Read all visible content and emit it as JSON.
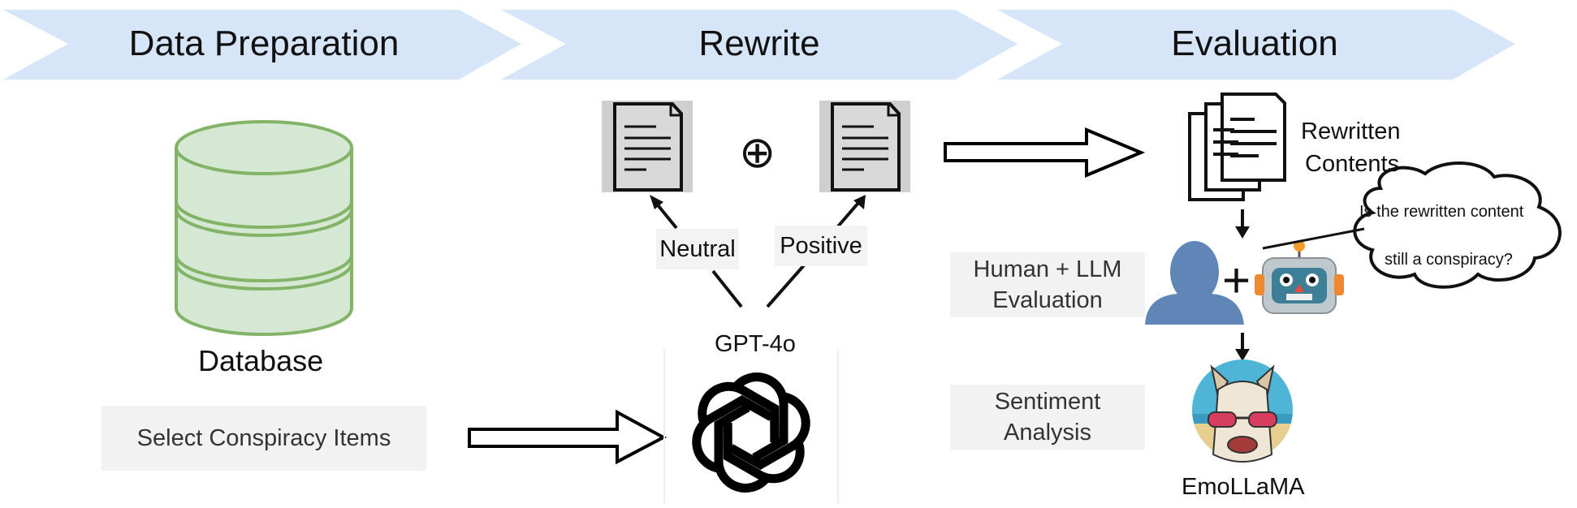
{
  "stages": [
    {
      "label": "Data Preparation"
    },
    {
      "label": "Rewrite"
    },
    {
      "label": "Evaluation"
    }
  ],
  "data_prep": {
    "database_label": "Database",
    "select_box": "Select Conspiracy Items"
  },
  "rewrite": {
    "neutral_label": "Neutral",
    "positive_label": "Positive",
    "model_label": "GPT-4o",
    "combine_symbol": "⊕"
  },
  "evaluation": {
    "rewritten_line1": "Rewritten",
    "rewritten_line2": "Contents",
    "human_llm_line1": "Human + LLM",
    "human_llm_line2": "Evaluation",
    "thought_line1": "Is the rewritten content",
    "thought_line2": "still a conspiracy?",
    "plus_symbol": "+",
    "sentiment_line1": "Sentiment",
    "sentiment_line2": "Analysis",
    "emollama_label": "EmoLLaMA"
  },
  "colors": {
    "banner": "#d6e5f8",
    "database_fill": "#d5e8d4",
    "database_stroke": "#82b366",
    "doc_bg": "#cfcfcf",
    "doc_fill": "#d9d9d9"
  }
}
